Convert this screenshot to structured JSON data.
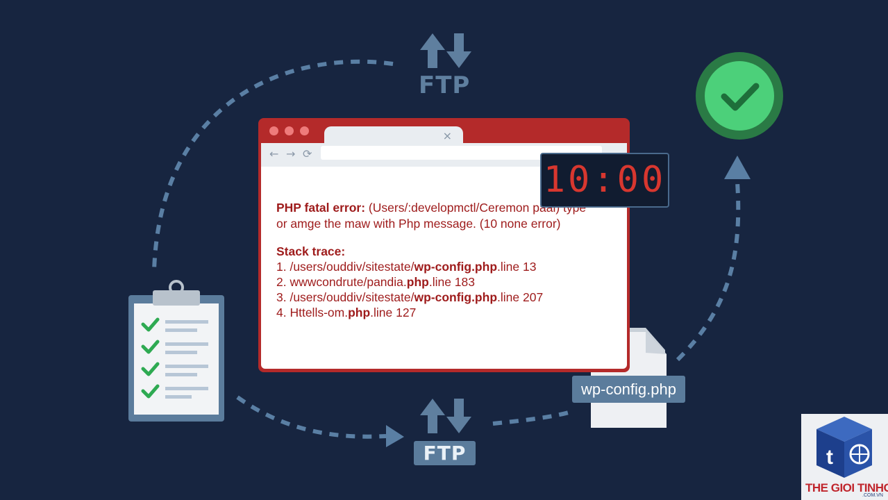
{
  "diagram": {
    "ftp_top": "FTP",
    "ftp_bottom": "FTP",
    "browser": {
      "tab_close": "×",
      "nav_back": "←",
      "nav_forward": "→",
      "nav_reload": "⟳",
      "error_label": "PHP fatal error:",
      "error_line1_rest": " (Users/:developmctl/Ceremon paal) type",
      "error_line2": "or amge the maw with Php message. (10 none error)",
      "stack_title": "Stack trace:",
      "trace": [
        {
          "pre": "1. /users/ouddiv/sitestate/",
          "bold": "wp-config.php",
          "post": ".line 13"
        },
        {
          "pre": "2. wwwcondrute/pandia.",
          "bold": "php",
          "post": ".line 183"
        },
        {
          "pre": "3. /users/ouddiv/sitestate/",
          "bold": "wp-config.php",
          "post": ".line 207"
        },
        {
          "pre": "4. Httells-om.",
          "bold": "php",
          "post": ".line 127"
        }
      ]
    },
    "timer": "10:00",
    "file_name": "wp-config.php",
    "icons": [
      "transfer-arrows-icon",
      "checkmark-circle-icon",
      "clipboard-checklist-icon",
      "document-icon",
      "arrow-head-icon"
    ],
    "colors": {
      "background": "#172540",
      "browser_frame": "#b42a2a",
      "error_text": "#9e1b1b",
      "success": "#2fb45a",
      "accent": "#5b7c9c"
    }
  },
  "watermark": {
    "brand": "THE GIOI TINHOC",
    "domain": ".COM.VN",
    "letter": "t"
  }
}
